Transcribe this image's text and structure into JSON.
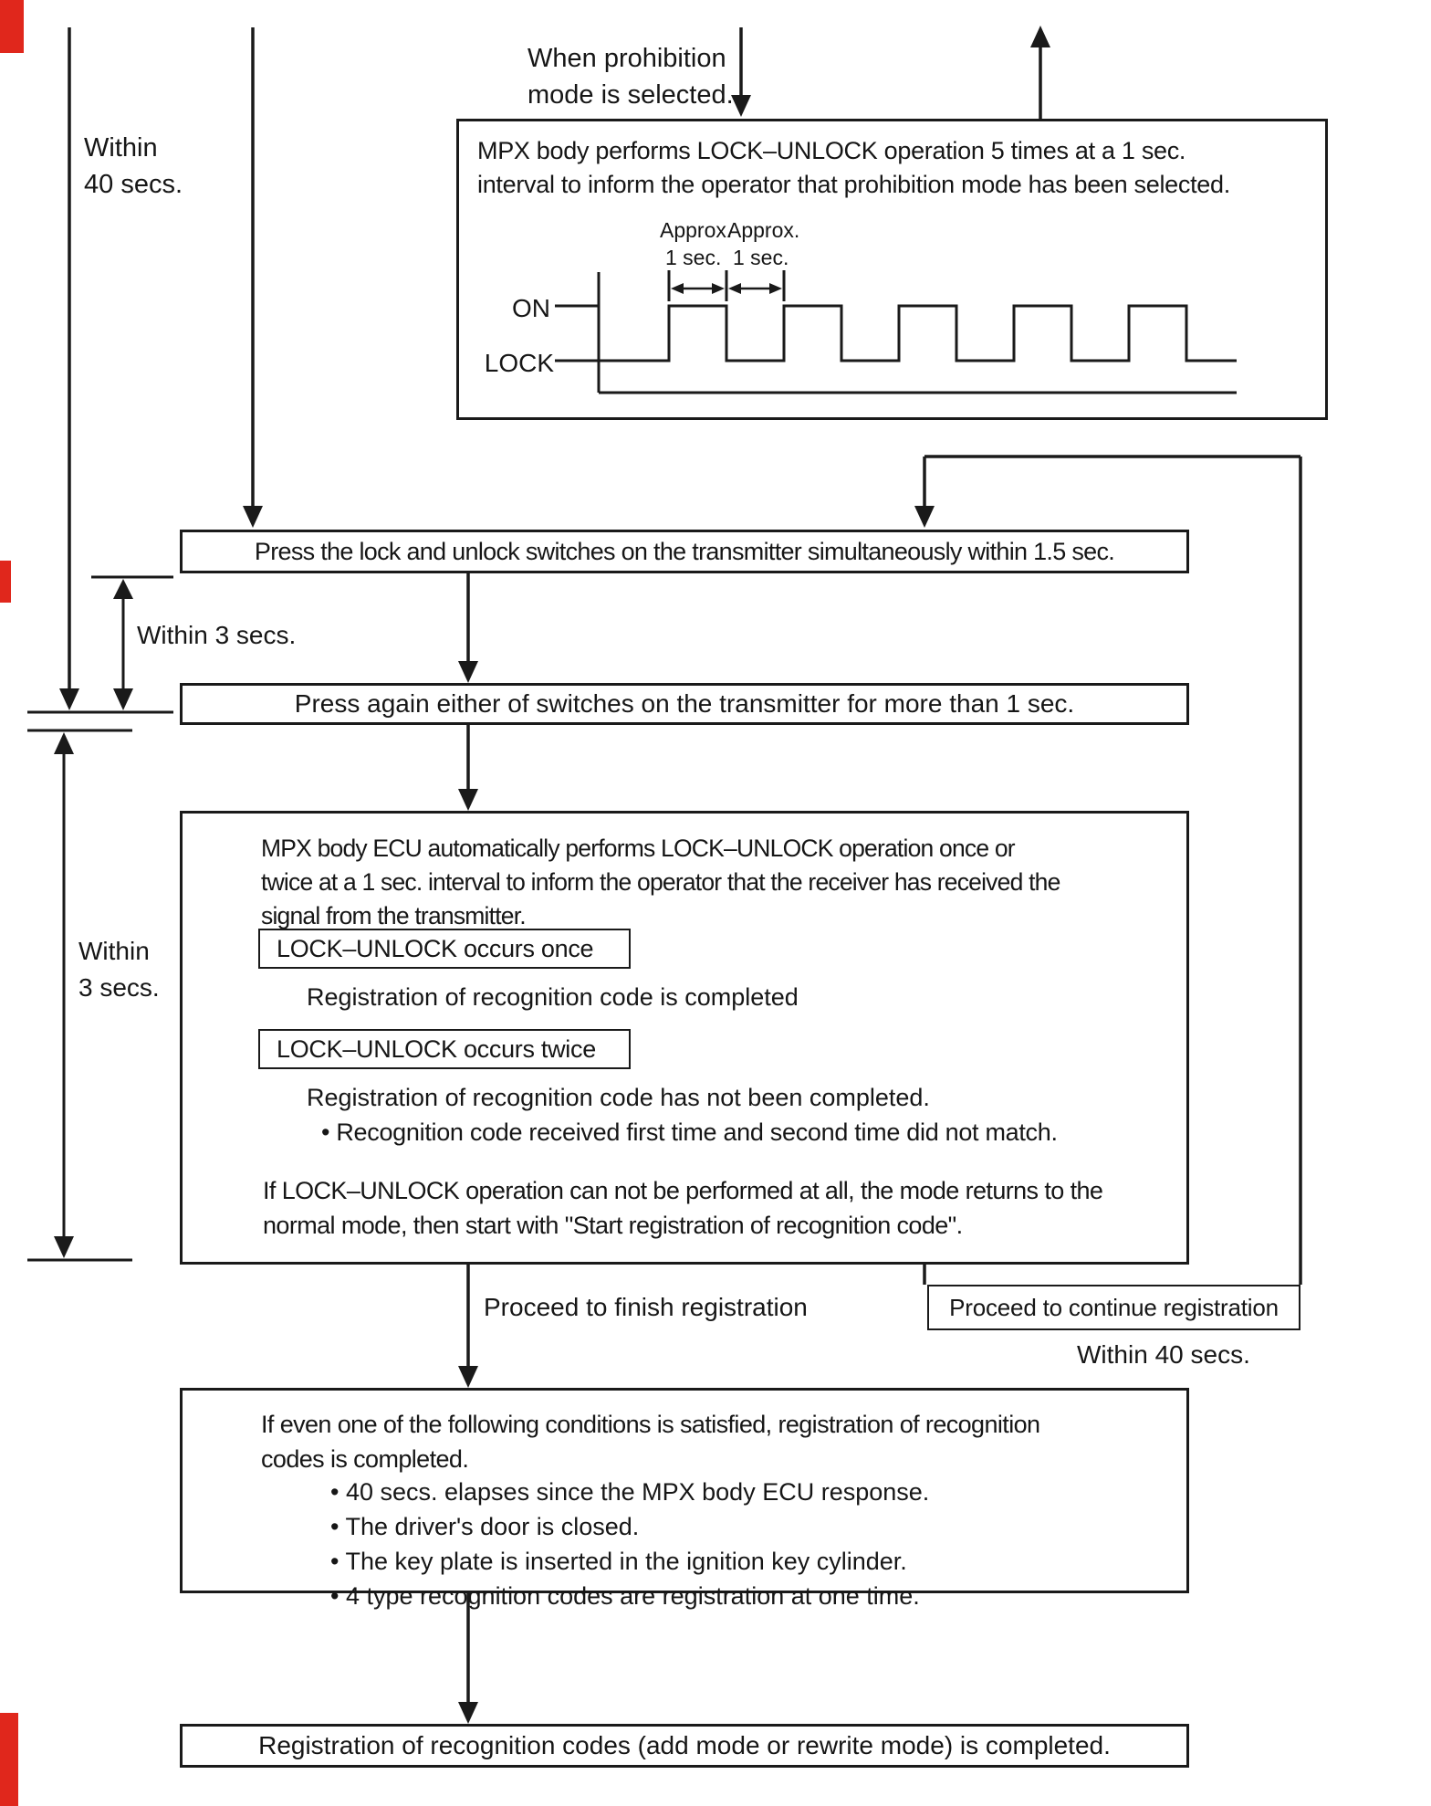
{
  "page": {
    "ink": "#1a1a1a",
    "background": "#ffffff",
    "artifact_color": "#e0271c"
  },
  "labels": {
    "within_40_left": "Within\n40 secs.",
    "when_prohibition": "When prohibition\nmode is selected.",
    "within_3_first": "Within 3 secs.",
    "within_3_second": "Within\n3 secs.",
    "proceed_finish": "Proceed to finish registration",
    "proceed_continue": "Proceed to continue registration",
    "within_40_right": "Within 40 secs."
  },
  "box1": {
    "text": "MPX body performs LOCK–UNLOCK operation 5 times at a 1 sec.\ninterval to inform the operator that prohibition mode has been selected.",
    "waveform": {
      "approx_1": "Approx.",
      "approx_2": "Approx.",
      "sec_1": "1 sec.",
      "sec_2": "1 sec.",
      "on": "ON",
      "lock": "LOCK",
      "pulse_count": 5
    }
  },
  "box2": {
    "text": "Press the lock and unlock switches on the transmitter simultaneously within 1.5 sec."
  },
  "box3": {
    "text": "Press again either of switches on the transmitter for more than 1 sec."
  },
  "box4": {
    "intro": "MPX body ECU automatically performs LOCK–UNLOCK operation once or\ntwice at a 1 sec. interval to inform the operator that the receiver has received the\nsignal from the transmitter.",
    "once_label": "LOCK–UNLOCK occurs once",
    "once_result": "Registration of recognition code is completed",
    "twice_label": "LOCK–UNLOCK occurs twice",
    "twice_result": "Registration of recognition code has not been completed.",
    "twice_bullet": "• Recognition code received first time and second time did not match.",
    "footer": "If LOCK–UNLOCK operation can not be performed at all, the mode returns to the\nnormal mode, then start with \"Start registration of recognition code\"."
  },
  "box5": {
    "intro": "If even one of the following conditions is satisfied, registration of recognition\ncodes is completed.",
    "bullets": [
      "• 40 secs. elapses since the MPX body ECU response.",
      "• The driver's door is closed.",
      "• The key plate is inserted in the ignition key cylinder.",
      "• 4 type recognition codes are registration at one time."
    ]
  },
  "box6": {
    "text": "Registration of recognition codes (add mode or rewrite mode) is completed."
  }
}
